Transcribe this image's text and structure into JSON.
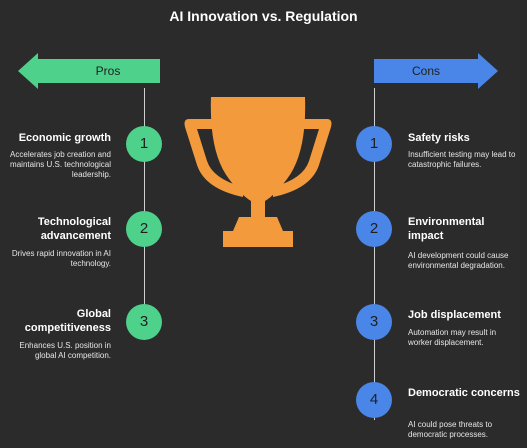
{
  "title": "AI Innovation vs. Regulation",
  "colors": {
    "background": "#2b2b2b",
    "pros_accent": "#4ed18a",
    "cons_accent": "#4a86e8",
    "trophy": "#f39a3d"
  },
  "pros": {
    "label": "Pros",
    "items": [
      {
        "number": "1",
        "title": "Economic growth",
        "description": "Accelerates job creation and maintains U.S. technological leadership."
      },
      {
        "number": "2",
        "title": "Technological advancement",
        "description": "Drives rapid innovation in AI technology."
      },
      {
        "number": "3",
        "title": "Global competitiveness",
        "description": "Enhances U.S. position in global AI competition."
      }
    ]
  },
  "cons": {
    "label": "Cons",
    "items": [
      {
        "number": "1",
        "title": "Safety risks",
        "description": "Insufficient testing may lead to catastrophic failures."
      },
      {
        "number": "2",
        "title": "Environmental impact",
        "description": "AI development could cause environmental degradation."
      },
      {
        "number": "3",
        "title": "Job displacement",
        "description": "Automation may result in worker displacement."
      },
      {
        "number": "4",
        "title": "Democratic concerns",
        "description": "AI could pose threats to democratic processes."
      }
    ]
  },
  "icons": {
    "center": "trophy-icon"
  }
}
